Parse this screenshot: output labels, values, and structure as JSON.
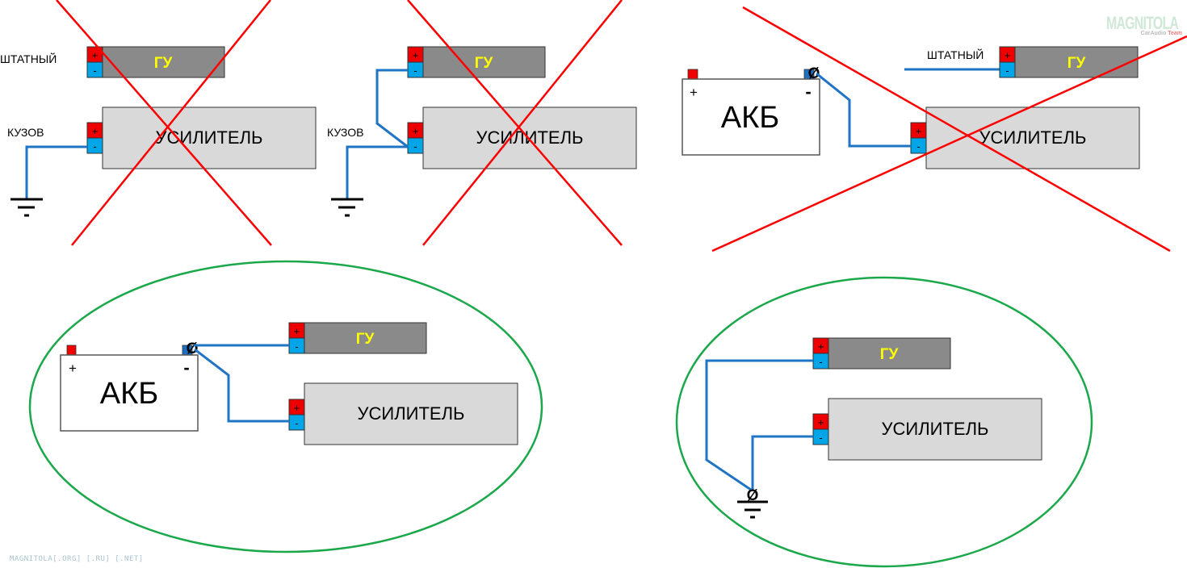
{
  "colors": {
    "plus_terminal": "#ee0000",
    "minus_terminal": "#00a6e8",
    "head_unit_body": "#8a8a8a",
    "head_unit_text": "#ffff00",
    "amplifier_body": "#d9d9d9",
    "wire": "#1f74c4",
    "cross_out": "#ff0000",
    "correct_ellipse": "#1aa84a",
    "battery_minus_post": "#1f6fc0"
  },
  "labels": {
    "head_unit": "ГУ",
    "amplifier": "УСИЛИТЕЛЬ",
    "battery": "АКБ",
    "stock": "ШТАТНЫЙ",
    "body_ground": "КУЗОВ",
    "plus": "+",
    "minus": "-",
    "terminal_symbol": "Ø"
  },
  "panels": [
    {
      "id": "panel-1",
      "status": "wrong",
      "caption_stock": "ШТАТНЫЙ",
      "caption_ground": "КУЗОВ"
    },
    {
      "id": "panel-2",
      "status": "wrong",
      "caption_ground": "КУЗОВ"
    },
    {
      "id": "panel-3",
      "status": "wrong",
      "caption_stock": "ШТАТНЫЙ"
    },
    {
      "id": "panel-4",
      "status": "correct"
    },
    {
      "id": "panel-5",
      "status": "correct"
    }
  ],
  "logo": {
    "main": "MAGNITOLA",
    "sub_a": "CarAudio",
    "sub_b": "Team"
  },
  "watermark": "MAGNITOLA[.ORG] [.RU] [.NET]"
}
